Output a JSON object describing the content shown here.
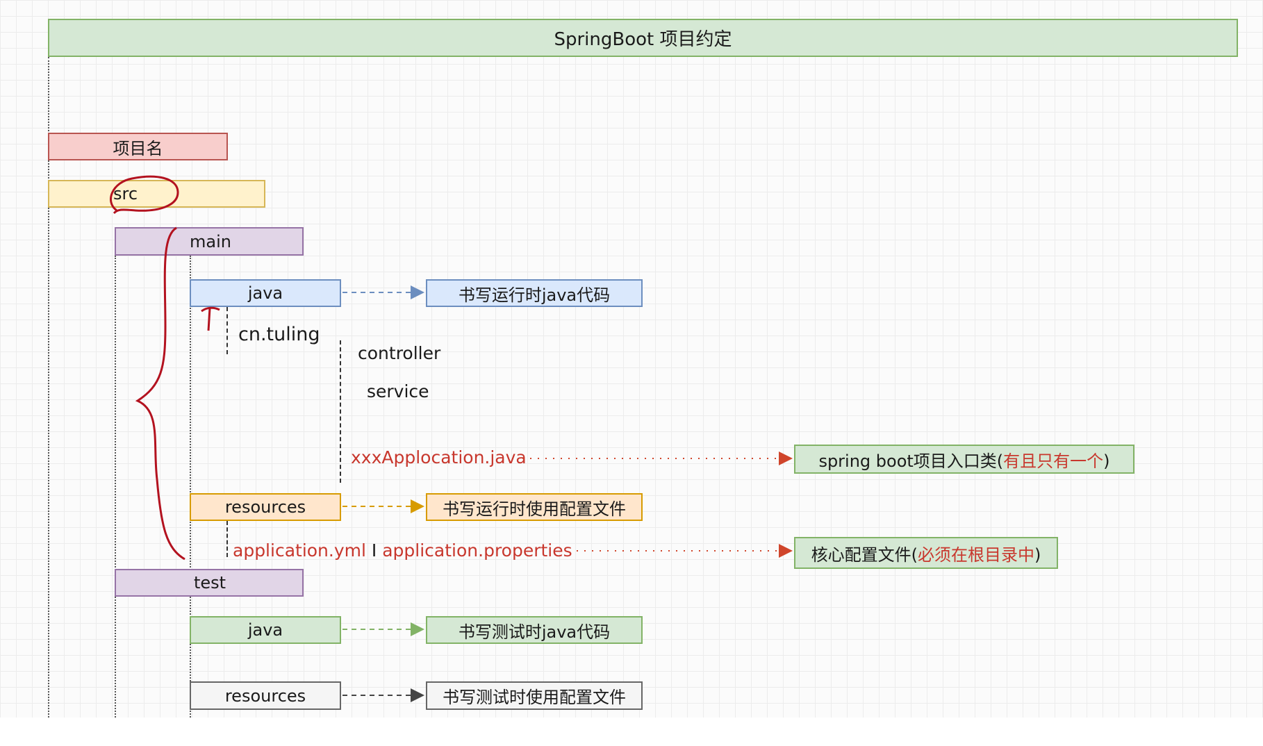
{
  "title": "SpringBoot 项目约定",
  "nodes": {
    "project": "项目名",
    "src": "src",
    "main": "main",
    "main_java": "java",
    "cn_tuling": "cn.tuling",
    "controller": "controller",
    "service": "service",
    "app_class": "xxxApplocation.java",
    "main_resources": "resources",
    "config_files": {
      "yml": "application.yml",
      "separator": " I ",
      "properties": "application.properties"
    },
    "test": "test",
    "test_java": "java",
    "test_resources": "resources"
  },
  "notes": {
    "main_java": "书写运行时java代码",
    "app_class_prefix": "spring boot项目入口类(",
    "app_class_highlight": "有且只有一个",
    "app_class_suffix": ")",
    "main_resources": "书写运行时使用配置文件",
    "config_prefix": "核心配置文件(",
    "config_highlight": "必须在根目录中",
    "config_suffix": ")",
    "test_java": "书写测试时java代码",
    "test_resources": "书写测试时使用配置文件"
  },
  "colors": {
    "title_fill": "#d5e8d4",
    "title_border": "#82b366",
    "project_fill": "#f8cecc",
    "project_border": "#b85450",
    "src_fill": "#fff2cc",
    "src_border": "#d6b656",
    "purple_fill": "#e1d5e7",
    "purple_border": "#9673a6",
    "blue_fill": "#dae8fc",
    "blue_border": "#6c8ebf",
    "orange_fill": "#ffe6cc",
    "orange_border": "#d79b00",
    "green_fill": "#d5e8d4",
    "green_border": "#82b366",
    "gray_fill": "#f5f5f5",
    "gray_border": "#666666",
    "highlight_red": "#c8372d",
    "annotation": "#b3121f"
  }
}
